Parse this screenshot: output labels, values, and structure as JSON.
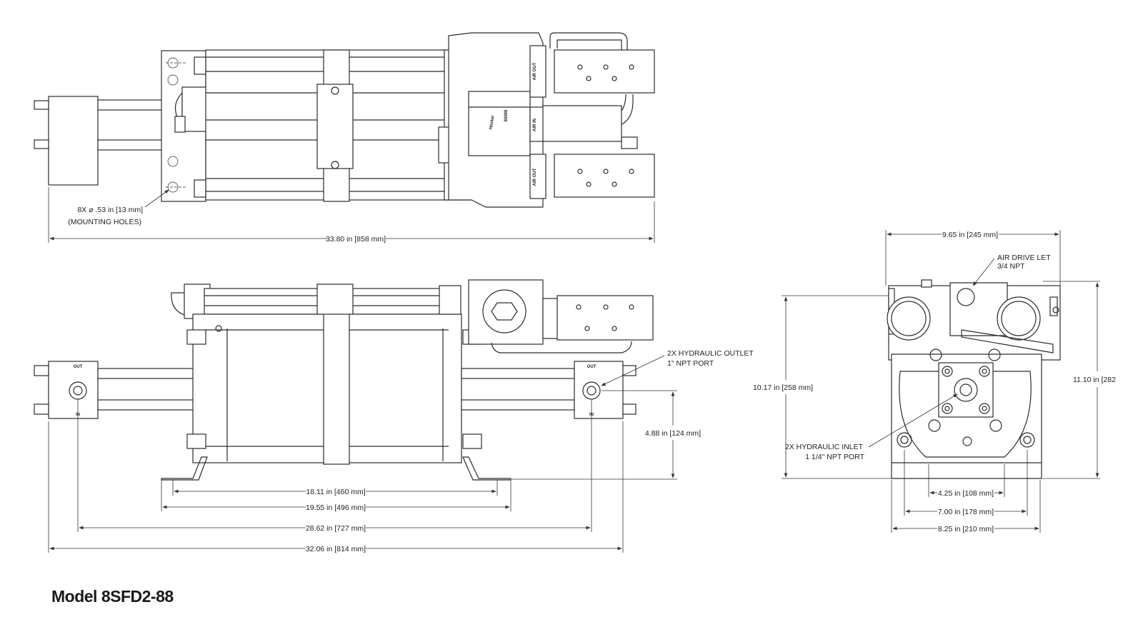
{
  "model_title": "Model 8SFD2-88",
  "top_view": {
    "mounting_holes_line1": "8X ⌀ .53 in [13 mm]",
    "mounting_holes_line2": "(MOUNTING HOLES)",
    "overall_length": "33.80 in [858 mm]",
    "air_out_top": "AIR OUT",
    "air_in": "AIR IN",
    "air_out_bottom": "AIR OUT",
    "brand_mark": "Haskel",
    "serial": "60008"
  },
  "side_view": {
    "outlet_line1": "2X HYDRAULIC OUTLET",
    "outlet_line2": "1\" NPT PORT",
    "height_to_port": "4.88 in [124 mm]",
    "dim_18": "18.11 in [460 mm]",
    "dim_19": "19.55 in [496 mm]",
    "dim_28": "28.62 in [727 mm]",
    "dim_32": "32.06 in [814 mm]",
    "port_out_left": "OUT",
    "port_in_left": "IN",
    "port_out_right": "OUT",
    "port_in_right": "IN"
  },
  "end_view": {
    "width_top": "9.65 in [245 mm]",
    "air_drive_line1": "AIR DRIVE LET",
    "air_drive_line2": "3/4 NPT",
    "height_left": "10.17 in [258 mm]",
    "height_right": "11.10 in [282",
    "inlet_line1": "2X HYDRAULIC INLET",
    "inlet_line2": "1 1/4\" NPT PORT",
    "dim_425": "4.25 in [108 mm]",
    "dim_700": "7.00 in [178 mm]",
    "dim_825": "8.25 in [210 mm]"
  }
}
